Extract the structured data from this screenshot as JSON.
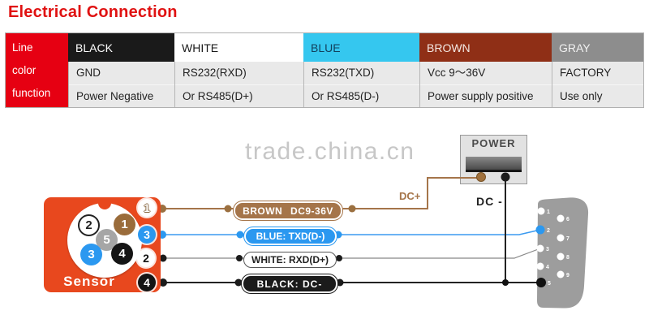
{
  "title": "Electrical Connection",
  "watermark": "trade.china.cn",
  "colors": {
    "accent_red": "#e60012",
    "table_black": "#1a1a1a",
    "table_cyan": "#35c7ef",
    "table_brown": "#8f2f16",
    "table_gray": "#8d8d8d",
    "table_body_gray": "#e9e9e9",
    "sensor_orange": "#e8481e",
    "wire_brown": "#a5754a",
    "wire_blue": "#2b98f0",
    "wire_black": "#1b1b1b",
    "wire_white": "#888888",
    "db9_gray": "#9d9d9d"
  },
  "table": {
    "header_column": {
      "lines": [
        "Line",
        "color",
        "function"
      ]
    },
    "columns": [
      {
        "name": "BLACK",
        "lines": [
          "GND",
          "Power Negative"
        ]
      },
      {
        "name": "WHITE",
        "lines": [
          "RS232(RXD)",
          "Or RS485(D+)"
        ]
      },
      {
        "name": "BLUE",
        "lines": [
          "RS232(TXD)",
          "Or RS485(D-)"
        ]
      },
      {
        "name": "BROWN",
        "lines": [
          "Vcc 9～36V",
          "Power supply positive"
        ]
      },
      {
        "name": "GRAY",
        "lines": [
          "FACTORY",
          "Use only"
        ]
      }
    ]
  },
  "diagram": {
    "sensor": {
      "label": "Sensor",
      "inner_pins": [
        {
          "n": "2"
        },
        {
          "n": "1"
        },
        {
          "n": "5"
        },
        {
          "n": "3"
        },
        {
          "n": "4"
        }
      ],
      "edge_pins": [
        {
          "n": "1"
        },
        {
          "n": "3"
        },
        {
          "n": "2"
        },
        {
          "n": "4"
        }
      ]
    },
    "pills": [
      {
        "name": "brown",
        "text": "BROWN DC9-36V"
      },
      {
        "name": "blue",
        "text": "BLUE: TXD(D-)"
      },
      {
        "name": "white",
        "text": "WHITE: RXD(D+)"
      },
      {
        "name": "black",
        "text": "BLACK: DC-"
      }
    ],
    "power": {
      "label": "POWER",
      "dc_plus_label": "DC+",
      "dc_minus_label": "DC -"
    },
    "db9": {
      "pins": [
        {
          "n": "1"
        },
        {
          "n": "2"
        },
        {
          "n": "3"
        },
        {
          "n": "4"
        },
        {
          "n": "5"
        },
        {
          "n": "6"
        },
        {
          "n": "7"
        },
        {
          "n": "8"
        },
        {
          "n": "9"
        }
      ]
    }
  }
}
